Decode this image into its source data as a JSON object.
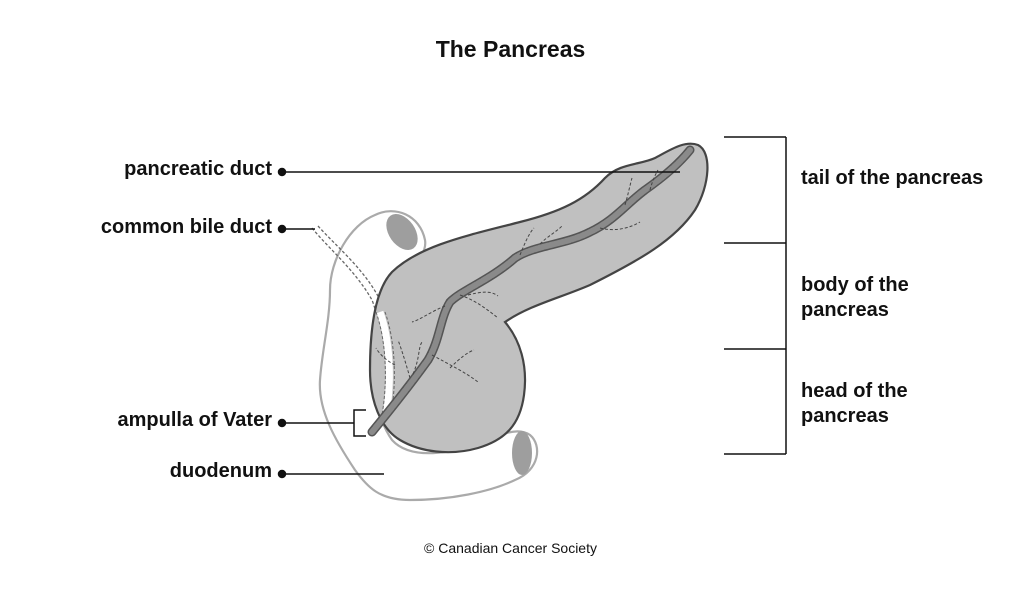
{
  "title": "The Pancreas",
  "labels": {
    "pancreatic_duct": "pancreatic duct",
    "common_bile_duct": "common bile duct",
    "ampulla_of_vater": "ampulla of Vater",
    "duodenum": "duodenum",
    "tail": "tail of the pancreas",
    "body": "body of the pancreas",
    "head": "head of the pancreas"
  },
  "credit": "© Canadian Cancer Society",
  "colors": {
    "pancreas_fill": "#c0c0c0",
    "pancreas_stroke": "#444444",
    "duodenum_stroke": "#aaaaaa",
    "lumen_fill": "#9e9e9e",
    "duct_fill": "#8a8a8a",
    "leader_line": "#111111"
  }
}
